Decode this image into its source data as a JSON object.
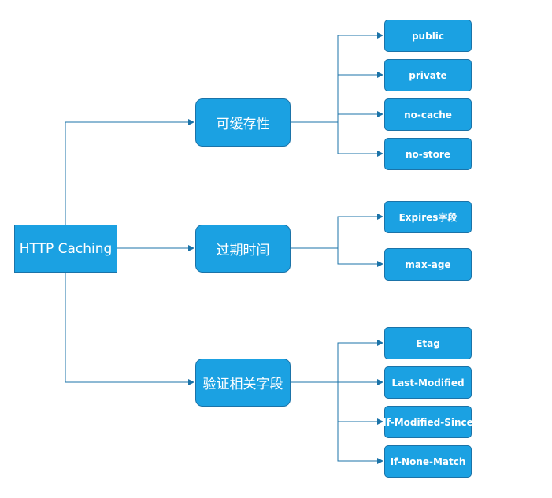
{
  "colors": {
    "node_fill": "#1ba1e2",
    "node_stroke": "#1b73a8",
    "edge": "#1b73a8",
    "text": "#ffffff"
  },
  "root": {
    "label": "HTTP Caching"
  },
  "branches": [
    {
      "label": "可缓存性",
      "leaves": [
        "public",
        "private",
        "no-cache",
        "no-store"
      ]
    },
    {
      "label": "过期时间",
      "leaves": [
        "Expires字段",
        "max-age"
      ]
    },
    {
      "label": "验证相关字段",
      "leaves": [
        "Etag",
        "Last-Modified",
        "If-Modified-Since",
        "If-None-Match"
      ]
    }
  ]
}
